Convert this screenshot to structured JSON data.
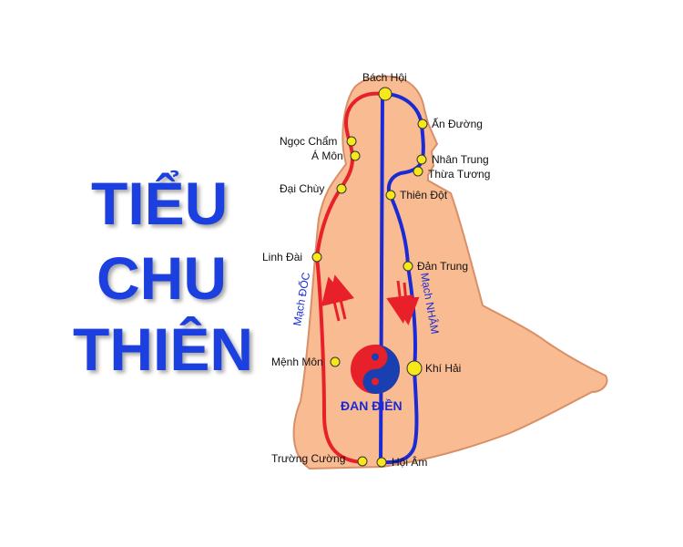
{
  "title": {
    "line1": "TIỂU",
    "line2": "CHU",
    "line3": "THIÊN"
  },
  "channels": {
    "doc": "Mạch ĐỐC",
    "nham": "Mạch NHÂM"
  },
  "center_label": "ĐAN ĐIỀN",
  "points": {
    "bach_hoi": "Bách Hội",
    "an_duong": "Ấn Đường",
    "ngoc_cham": "Ngọc Chẩm",
    "a_mon": "Á Môn",
    "nhan_trung": "Nhân Trung",
    "thua_tuong": "Thừa Tương",
    "dai_chuy": "Đại Chùy",
    "thien_dot": "Thiên Đột",
    "linh_dai": "Linh Đài",
    "dan_trung": "Đản Trung",
    "menh_mon": "Mệnh Môn",
    "khi_hai": "Khí Hải",
    "truong_cuong": "Trường Cường",
    "hoi_am": "Hội Âm"
  },
  "colors": {
    "title": "#1c3fe0",
    "body": "#f9bb91",
    "body_outline": "#d98f68",
    "doc_channel": "#e8202a",
    "nham_channel": "#1a2bd6",
    "acupoint": "#f7e81a"
  }
}
